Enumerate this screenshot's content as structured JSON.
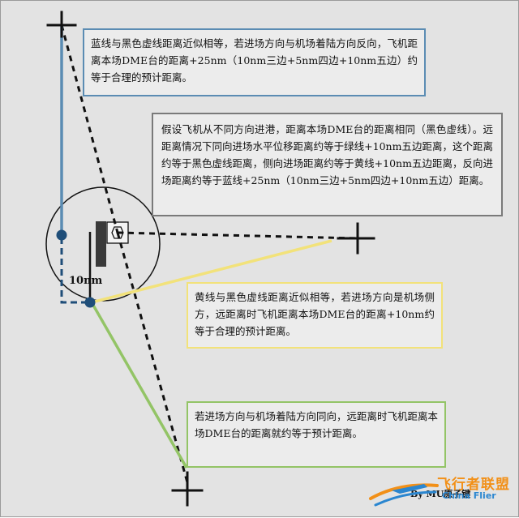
{
  "callouts": {
    "blue": "蓝线与黑色虚线距离近似相等，若进场方向与机场着陆方向反向，飞机距离本场DME台的距离+25nm（10nm三边+5nm四边+10nm五边）约等于合理的预计距离。",
    "gray": "假设飞机从不同方向进港，距离本场DME台的距离相同（黑色虚线）。远距离情况下同向进场水平位移距离约等于绿线+10nm五边距离，这个距离约等于黑色虚线距离，侧向进场距离约等于黄线+10nm五边距离，反向进场距离约等于蓝线+25nm（10nm三边+5nm四边+10nm五边）距离。",
    "yellow": "黄线与黑色虚线距离近似相等，若进场方向是机场侧方，远距离时飞机距离本场DME台的距离+10nm约等于合理的预计距离。",
    "green": "若进场方向与机场着陆方向同向，远距离时飞机距离本场DME台的距离就约等于预计距离。"
  },
  "labels": {
    "distance": "10nm",
    "author": "By MU原子键"
  },
  "watermark": {
    "main": "飞行者联盟",
    "sub": "China Flier"
  },
  "colors": {
    "blue": "#5b8cb3",
    "gray": "#7a7a7a",
    "yellow": "#f2e27a",
    "green": "#93c466",
    "dark_blue": "#1f4e79",
    "black": "#111111"
  }
}
